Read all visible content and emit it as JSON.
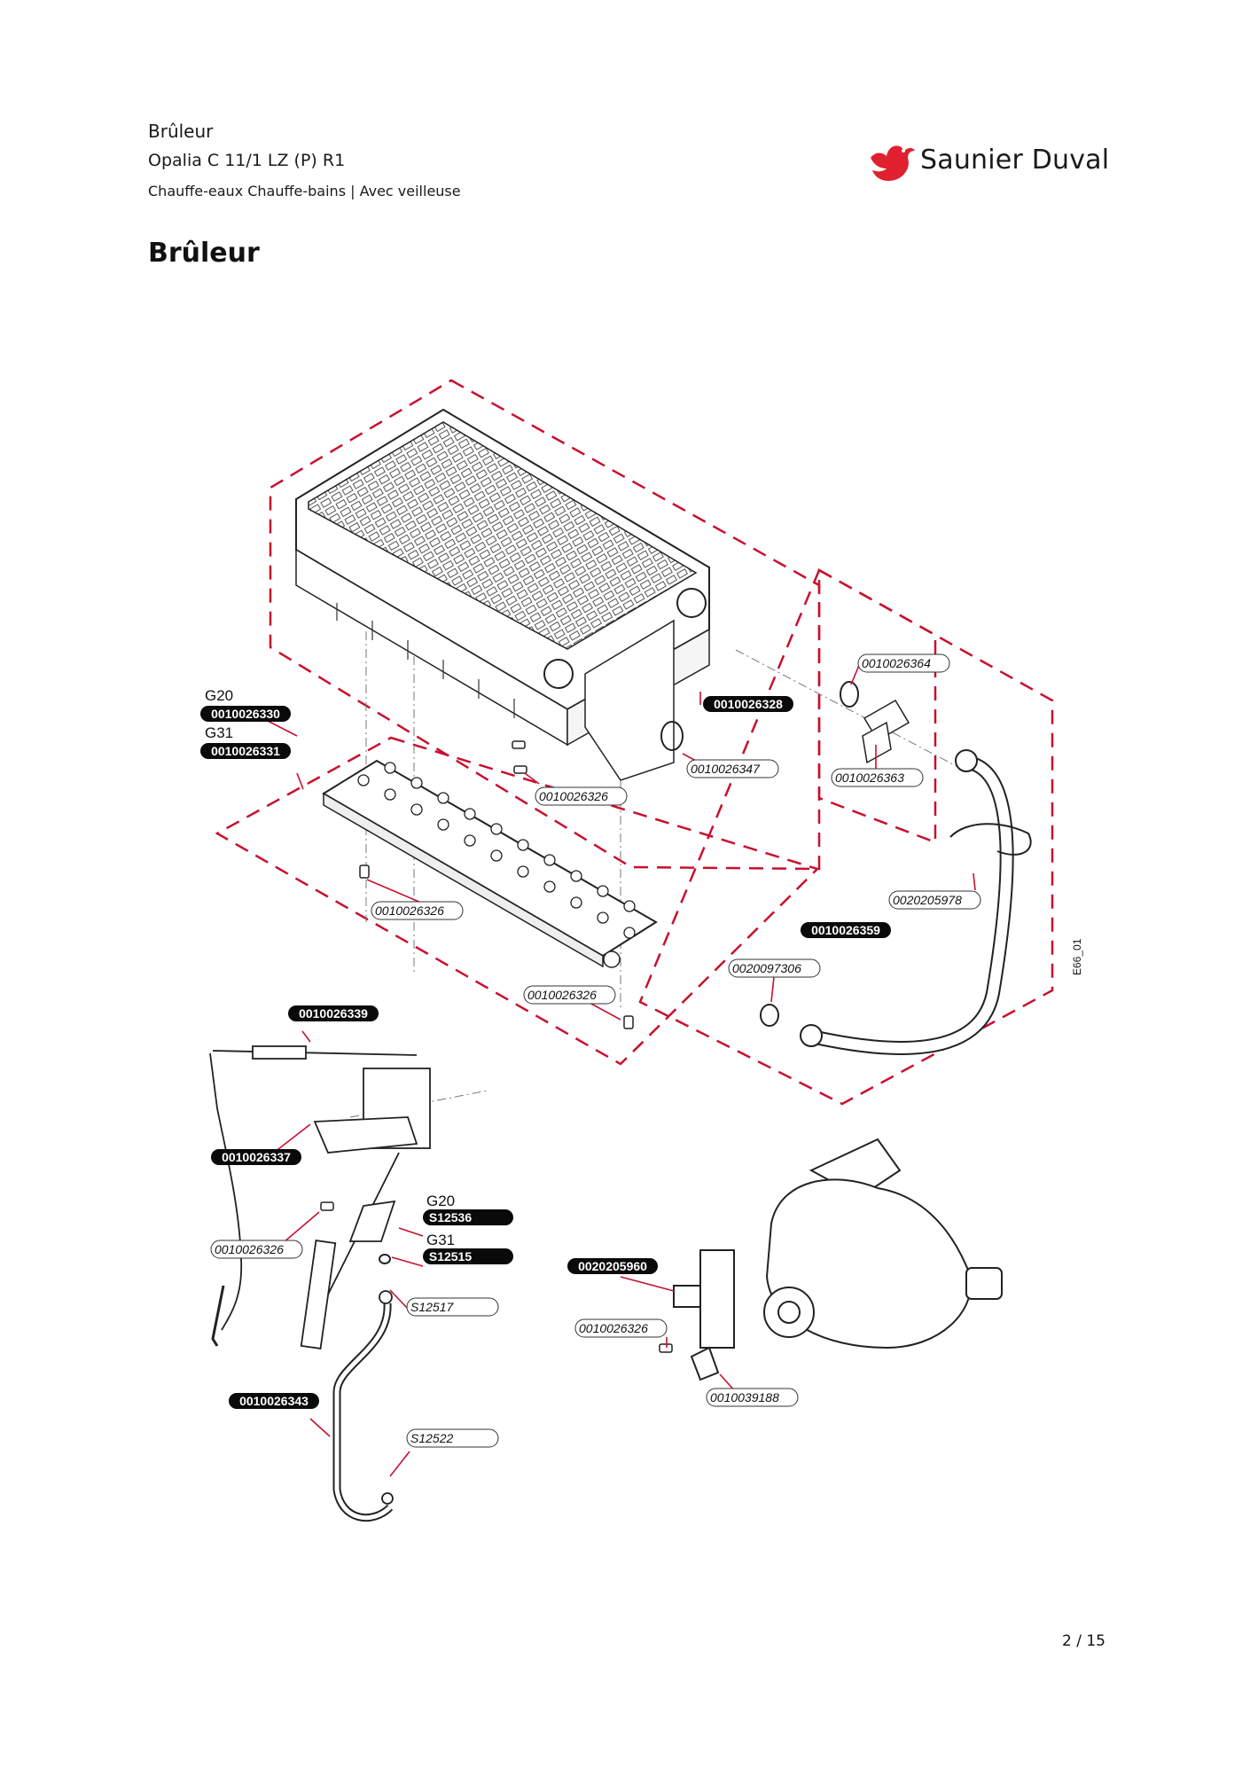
{
  "header": {
    "section": "Brûleur",
    "model": "Opalia C 11/1 LZ (P) R1",
    "category": "Chauffe-eaux Chauffe-bains | Avec veilleuse"
  },
  "page_title": "Brûleur",
  "logo": {
    "brand": "Saunier Duval",
    "color": "#e0202e"
  },
  "drawing_code": "E66_01",
  "page_number": "2 / 15",
  "colors": {
    "dashed_outline": "#c8102e",
    "leader_line": "#c8102e",
    "label_dark": "#0a0a0a"
  },
  "gas_labels": {
    "g20": "G20",
    "g31": "G31"
  },
  "part_labels": {
    "p_0010026330": "0010026330",
    "p_0010026331": "0010026331",
    "p_0010026328": "0010026328",
    "p_0010026364": "0010026364",
    "p_0010026347": "0010026347",
    "p_0010026363": "0010026363",
    "p_0010026326_a": "0010026326",
    "p_0010026326_b": "0010026326",
    "p_0010026326_c": "0010026326",
    "p_0010026326_d": "0010026326",
    "p_0010026326_e": "0010026326",
    "p_0020205978": "0020205978",
    "p_0010026359": "0010026359",
    "p_0020097306": "0020097306",
    "p_0010026339": "0010026339",
    "p_0010026337": "0010026337",
    "p_S12536": "S12536",
    "p_S12515": "S12515",
    "p_S12517": "S12517",
    "p_0020205960": "0020205960",
    "p_0010039188": "0010039188",
    "p_0010026343": "0010026343",
    "p_S12522": "S12522"
  }
}
